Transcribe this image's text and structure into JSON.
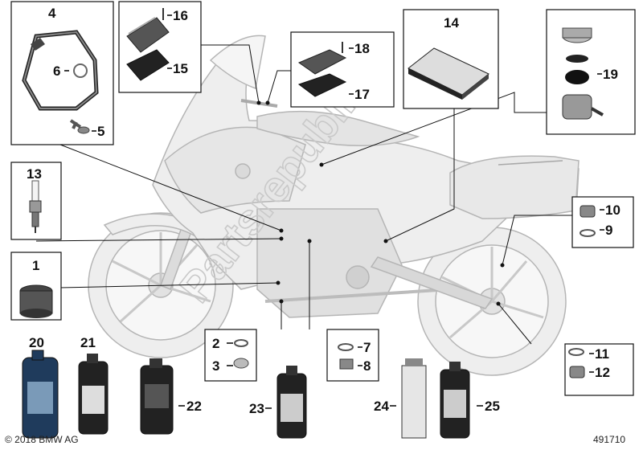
{
  "labels": {
    "l1": "1",
    "l2": "2",
    "l3": "3",
    "l4": "4",
    "l5": "5",
    "l6": "6",
    "l7": "7",
    "l8": "8",
    "l9": "9",
    "l10": "10",
    "l11": "11",
    "l12": "12",
    "l13": "13",
    "l14": "14",
    "l15": "15",
    "l16": "16",
    "l17": "17",
    "l18": "18",
    "l19": "19",
    "l20": "20",
    "l21": "21",
    "l22": "22",
    "l23": "23",
    "l24": "24",
    "l25": "25"
  },
  "watermark": "Partsrepublik",
  "footer": {
    "copyright": "© 2018 BMW AG",
    "doc_number": "491710"
  },
  "colors": {
    "line": "#111111",
    "bike_fill": "#eeeeee",
    "bike_stroke": "#b5b5b5",
    "part_dark": "#2a2a2a",
    "part_grey": "#9a9a9a"
  }
}
